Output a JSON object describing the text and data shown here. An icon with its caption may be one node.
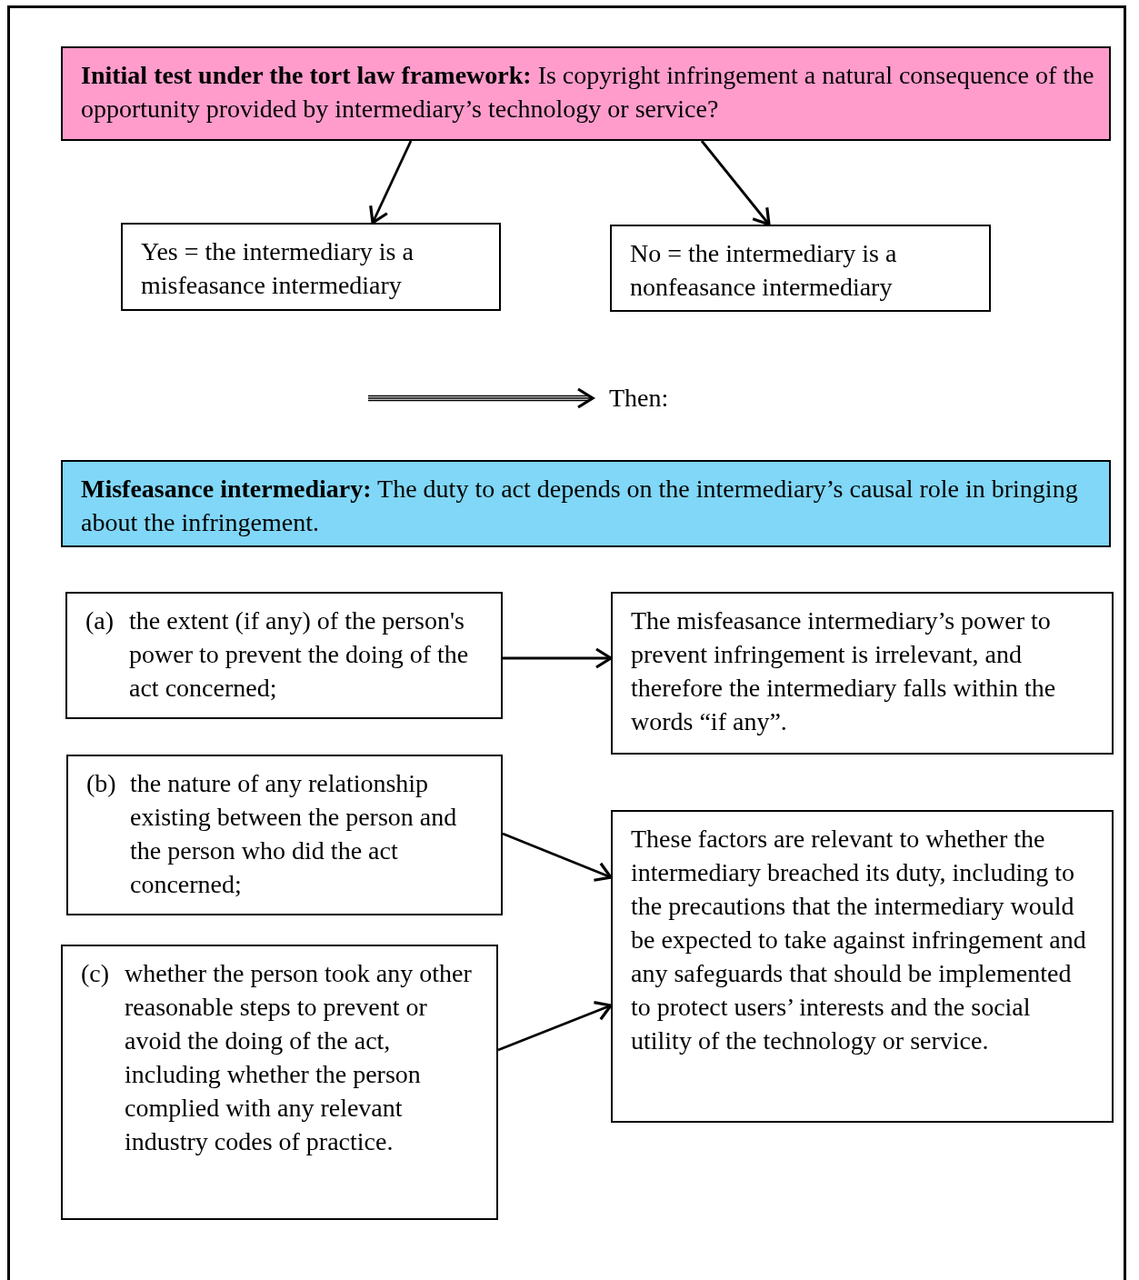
{
  "diagram": {
    "nodes": [
      {
        "text": [
          "**Initial test under the tort law framework:** Is copyright infringement a natural consequence of the opportunity provided by intermediary’s technology or service?"
        ]
      },
      {
        "text": [
          "Yes = the intermediary is a misfeasance intermediary"
        ]
      },
      {
        "text": [
          "No = the intermediary is a nonfeasance intermediary"
        ]
      },
      {
        "text": [
          "Then:"
        ]
      },
      {
        "text": [
          "**Misfeasance intermediary:** The duty to act depends on the intermediary’s causal role in bringing about the infringement."
        ]
      },
      {
        "text": [
          "(a)",
          "the extent (if any) of the person's power to prevent the doing of the act concerned;"
        ]
      },
      {
        "text": [
          "The misfeasance intermediary’s power to prevent infringement is irrelevant, and therefore the intermediary falls within the words “if any”."
        ]
      },
      {
        "text": [
          "(b)",
          "the nature of any relationship existing between the person and the person who did the act concerned;"
        ]
      },
      {
        "text": [
          "(c)",
          "whether the person took any other reasonable steps to prevent or avoid the doing of the act, including whether the person complied with any relevant industry codes of practice."
        ]
      },
      {
        "text": [
          "These factors are relevant to whether the intermediary breached its duty, including to the precautions that the intermediary would be expected to take against infringement and any safeguards that should be implemented to protect users’ interests and the social utility of the technology or service."
        ]
      }
    ],
    "edges": [
      {
        "from": 0,
        "to": 1,
        "arrow": "to"
      },
      {
        "from": 0,
        "to": 2,
        "arrow": "to"
      },
      {
        "from": null,
        "to": 3,
        "arrow": "to"
      },
      {
        "from": 5,
        "to": 6,
        "arrow": "to"
      },
      {
        "from": 7,
        "to": 9,
        "arrow": "to"
      },
      {
        "from": 8,
        "to": 9,
        "arrow": "to"
      }
    ]
  }
}
